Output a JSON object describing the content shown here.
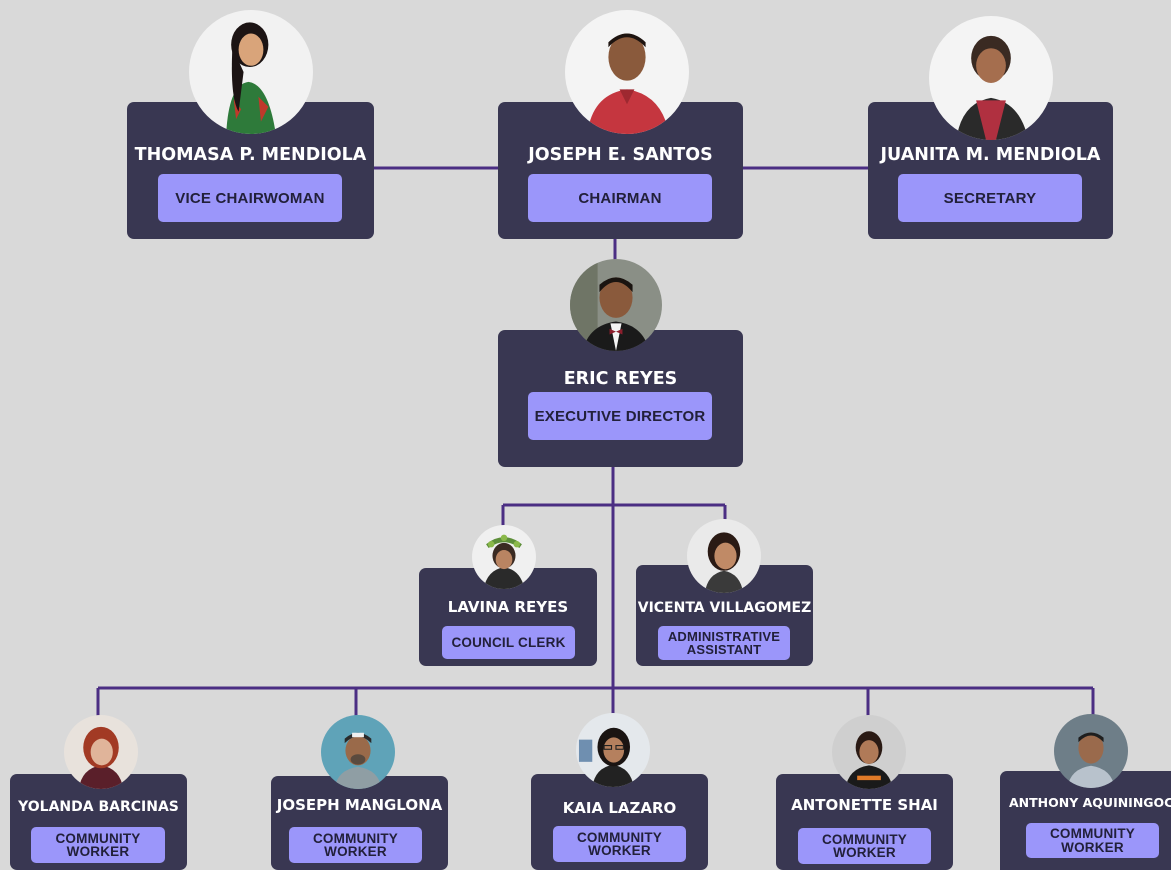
{
  "people": {
    "mendiola_thomasa": {
      "name": "THOMASA P. MENDIOLA",
      "role": "VICE CHAIRWOMAN"
    },
    "santos": {
      "name": "JOSEPH E. SANTOS",
      "role": "CHAIRMAN"
    },
    "mendiola_juanita": {
      "name": "JUANITA M. MENDIOLA",
      "role": "SECRETARY"
    },
    "reyes_eric": {
      "name": "ERIC REYES",
      "role": "EXECUTIVE DIRECTOR"
    },
    "reyes_lavina": {
      "name": "LAVINA REYES",
      "role": "COUNCIL CLERK"
    },
    "villagomez": {
      "name": "VICENTA VILLAGOMEZ",
      "role": "ADMINISTRATIVE ASSISTANT"
    },
    "barcinas": {
      "name": "YOLANDA BARCINAS",
      "role": "COMMUNITY WORKER"
    },
    "manglona": {
      "name": "JOSEPH MANGLONA",
      "role": "COMMUNITY WORKER"
    },
    "lazaro": {
      "name": "KAIA LAZARO",
      "role": "COMMUNITY WORKER"
    },
    "shai": {
      "name": "ANTONETTE SHAI",
      "role": "COMMUNITY WORKER"
    },
    "aquiningoc": {
      "name": "ANTHONY AQUININGOC",
      "role": "COMMUNITY WORKER"
    }
  },
  "colors": {
    "background": "#d9d9d9",
    "card": "#393752",
    "role_pill": "#9b96fa",
    "connector": "#4b2e83"
  }
}
